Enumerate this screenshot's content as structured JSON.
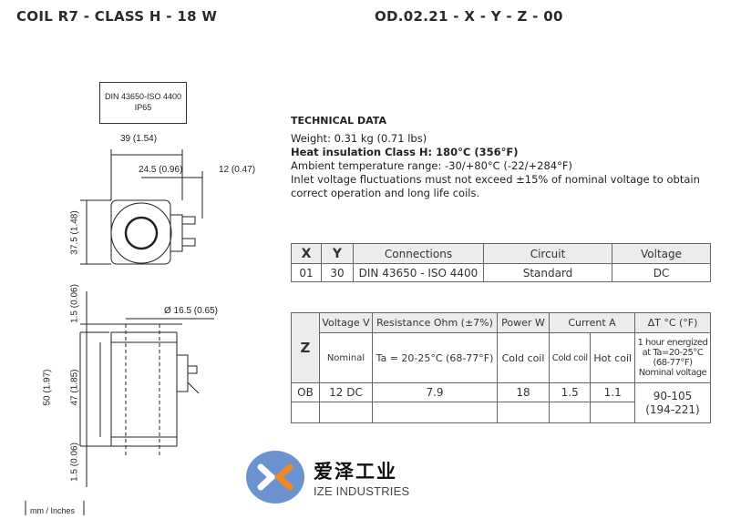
{
  "header": {
    "left_title": "COIL R7 - CLASS H - 18 W",
    "right_code": "OD.02.21 - X - Y - Z - 00"
  },
  "connector_label": {
    "line1": "DIN 43650-ISO 4400",
    "line2": "IP65"
  },
  "drawing": {
    "dim_39": "39 (1.54)",
    "dim_245": "24.5 (0.96)",
    "dim_12": "12 (0.47)",
    "dim_375": "37.5 (1.48)",
    "dim_15_top": "1.5 (0.06)",
    "dim_165": "Ø 16.5 (0.65)",
    "dim_50": "50 (1.97)",
    "dim_47": "47 (1.85)",
    "dim_15_bottom": "1.5 (0.06)",
    "units": "mm / Inches"
  },
  "technical": {
    "title": "TECHNICAL DATA",
    "weight": "Weight: 0.31 kg (0.71 lbs)",
    "insulation": "Heat insulation Class H: 180°C (356°F)",
    "ambient": "Ambient temperature range: -30/+80°C (-22/+284°F)",
    "inlet_1": "Inlet voltage fluctuations must not exceed ±15% of nominal voltage to obtain",
    "inlet_2": "correct operation and long life coils."
  },
  "table1": {
    "headers": [
      "X",
      "Y",
      "Connections",
      "Circuit",
      "Voltage"
    ],
    "row": [
      "01",
      "30",
      "DIN 43650 - ISO 4400",
      "Standard",
      "DC"
    ]
  },
  "table2": {
    "z_label": "Z",
    "headers": [
      "Voltage V",
      "Resistance Ohm (±7%)",
      "Power W",
      "Current A",
      "ΔT °C (°F)"
    ],
    "sub": {
      "nominal": "Nominal",
      "ta": "Ta = 20-25°C (68-77°F)",
      "cold_coil_power": "Cold coil",
      "cold_coil": "Cold coil",
      "hot_coil": "Hot coil",
      "dt_1": "1 hour energized",
      "dt_2": "at Ta=20-25°C",
      "dt_3": "(68-77°F)",
      "dt_4": "Nominal voltage"
    },
    "row": {
      "code": "OB",
      "voltage": "12 DC",
      "resistance": "7.9",
      "power": "18",
      "cold": "1.5",
      "hot": "1.1",
      "dt_1": "90-105",
      "dt_2": "(194-221)"
    }
  },
  "brand": {
    "name_cn": "爱泽工业",
    "name_en": "IZE INDUSTRIES",
    "colors": {
      "blue": "#3a6fc0",
      "orange": "#f08a24"
    }
  }
}
